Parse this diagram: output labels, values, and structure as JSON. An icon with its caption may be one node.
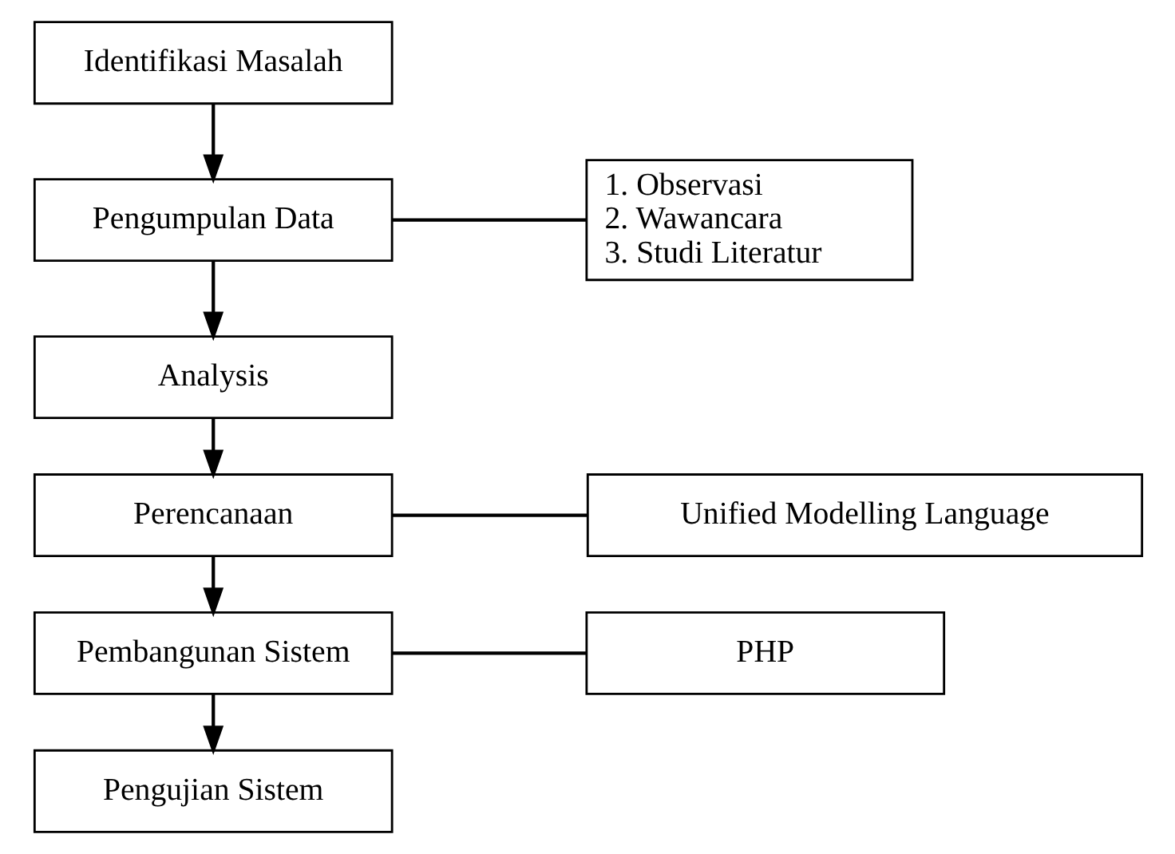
{
  "diagram": {
    "nodes": [
      {
        "text": [
          "Identifikasi Masalah"
        ]
      },
      {
        "text": [
          "Pengumpulan Data"
        ]
      },
      {
        "text": [
          "1. Observasi",
          "2. Wawancara",
          "3. Studi Literatur"
        ]
      },
      {
        "text": [
          "Analysis"
        ]
      },
      {
        "text": [
          "Perencanaan"
        ]
      },
      {
        "text": [
          "Unified Modelling Language"
        ]
      },
      {
        "text": [
          "Pembangunan Sistem"
        ]
      },
      {
        "text": [
          "PHP"
        ]
      },
      {
        "text": [
          "Pengujian Sistem"
        ]
      }
    ],
    "edges": [
      {
        "from": 0,
        "to": 1,
        "arrow": "to"
      },
      {
        "from": 1,
        "to": 2,
        "arrow": "none"
      },
      {
        "from": 1,
        "to": 3,
        "arrow": "to"
      },
      {
        "from": 3,
        "to": 4,
        "arrow": "to"
      },
      {
        "from": 4,
        "to": 5,
        "arrow": "none"
      },
      {
        "from": 4,
        "to": 6,
        "arrow": "to"
      },
      {
        "from": 6,
        "to": 7,
        "arrow": "none"
      },
      {
        "from": 6,
        "to": 8,
        "arrow": "to"
      }
    ]
  }
}
